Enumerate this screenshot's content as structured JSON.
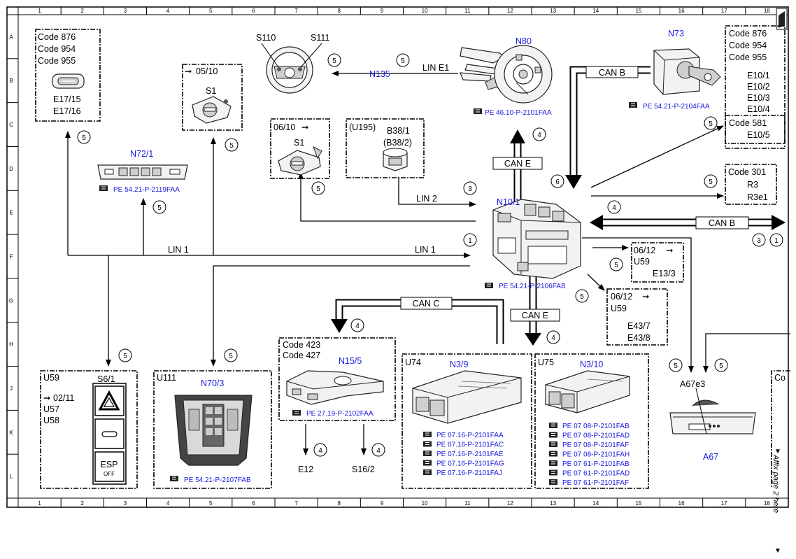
{
  "grid": {
    "columns": [
      "1",
      "2",
      "3",
      "4",
      "5",
      "6",
      "7",
      "8",
      "9",
      "10",
      "11",
      "12",
      "13",
      "14",
      "15",
      "16",
      "17",
      "18"
    ],
    "rows": [
      "A",
      "B",
      "C",
      "D",
      "E",
      "F",
      "G",
      "H",
      "J",
      "K",
      "L"
    ]
  },
  "side_note": "Affix page 2 here",
  "components": {
    "s110": "S110",
    "s111": "S111",
    "n80": "N80",
    "n73": "N73",
    "n135": "N135",
    "n72_1": "N72/1",
    "n10_1": "N10/1",
    "n70_3": "N70/3",
    "n15_5": "N15/5",
    "n3_9": "N3/9",
    "n3_10": "N3/10",
    "a67": "A67",
    "a67e3": "A67e3",
    "s6_1": "S6/1",
    "s1_a": "S1",
    "s1_b": "S1",
    "b38_1": "B38/1",
    "b38_2": "(B38/2)",
    "u195": "(U195)",
    "e12": "E12",
    "s16_2": "S16/2"
  },
  "boxes": {
    "tl": {
      "code1": "Code 876",
      "code2": "Code 954",
      "code3": "Code 955",
      "p1": "E17/15",
      "p2": "E17/16"
    },
    "s1a": {
      "date": "05/10"
    },
    "s1b": {
      "date": "06/10"
    },
    "tr": {
      "code1": "Code 876",
      "code2": "Code 954",
      "code3": "Code 955",
      "p1": "E10/1",
      "p2": "E10/2",
      "p3": "E10/3",
      "p4": "E10/4",
      "code4": "Code 581",
      "p5": "E10/5"
    },
    "c301": {
      "code": "Code 301",
      "p1": "R3",
      "p2": "R3e1"
    },
    "u59a": {
      "date": "06/12",
      "u": "U59",
      "p": "E13/3"
    },
    "u59b": {
      "date": "06/12",
      "u": "U59",
      "p1": "E43/7",
      "p2": "E43/8"
    },
    "bl": {
      "u59": "U59",
      "date": "02/11",
      "u57": "U57",
      "u58": "U58"
    },
    "n703": {
      "u": "U111"
    },
    "n155": {
      "code1": "Code 423",
      "code2": "Code 427"
    },
    "n39": {
      "u": "U74"
    },
    "n310": {
      "u": "U75"
    },
    "partial": "Co"
  },
  "buses": {
    "lin_e1": "LIN E1",
    "can_b1": "CAN B",
    "can_e1": "CAN E",
    "lin2": "LIN 2",
    "lin1a": "LIN 1",
    "lin1b": "LIN 1",
    "can_b2": "CAN B",
    "can_c": "CAN C",
    "can_e2": "CAN E"
  },
  "esp": {
    "label": "ESP",
    "sub": "OFF"
  },
  "refs": {
    "n80": "PE 46.10-P-2101FAA",
    "n73": "PE 54.21-P-2104FAA",
    "n72_1": "PE 54.21-P-2119FAA",
    "n10_1": "PE 54.21-P-2106FAB",
    "n70_3": "PE 54.21-P-2107FAB",
    "n15_5": "PE 27.19-P-2102FAA",
    "n3_9": [
      "PE 07.16-P-2101FAA",
      "PE 07.16-P-2101FAC",
      "PE 07.16-P-2101FAE",
      "PE 07.16-P-2101FAG",
      "PE 07.16-P-2101FAJ"
    ],
    "n3_10": [
      "PE 07 08-P-2101FAB",
      "PE 07 08-P-2101FAD",
      "PE 07 08-P-2101FAF",
      "PE 07 08-P-2101FAH",
      "PE 07 61-P-2101FAB",
      "PE 07 61-P-2101FAD",
      "PE 07 61-P-2101FAF"
    ]
  },
  "circles": {
    "c01": "5",
    "c02": "5",
    "c03": "4",
    "c04": "3",
    "c05": "5",
    "c06": "5",
    "c07": "5",
    "c08": "5",
    "c09": "6",
    "c10": "5",
    "c11": "4",
    "c12": "3",
    "c13": "1",
    "c14": "1",
    "c15": "5",
    "c16": "5",
    "c17": "4",
    "c18": "4",
    "c19": "5",
    "c20": "5",
    "c21": "5",
    "c22": "5",
    "c23": "5",
    "c24": "4",
    "c25": "4",
    "c26": "5"
  }
}
